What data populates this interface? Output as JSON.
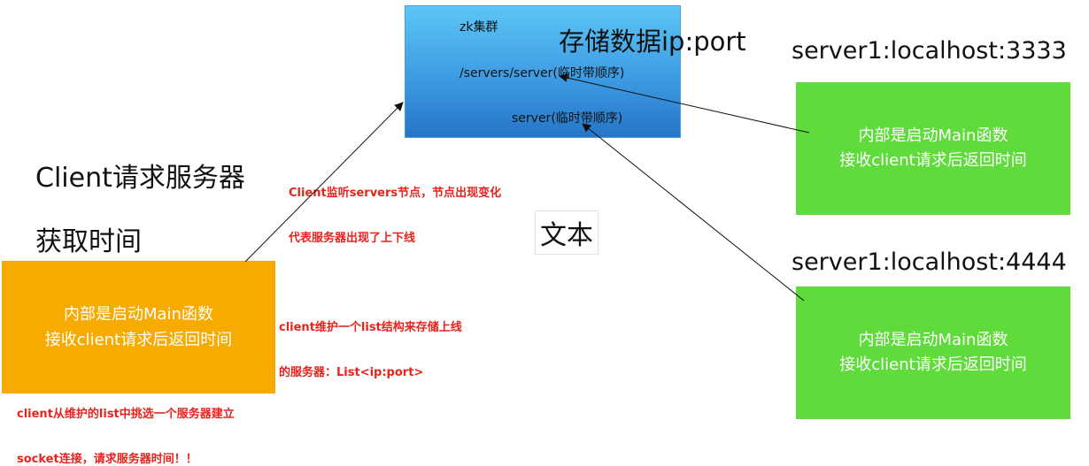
{
  "zk_box": {
    "title": "zk集群",
    "path_servers": "/servers/server(临时带顺序)",
    "node_server": "server(临时带顺序)"
  },
  "storage_label": "存储数据ip:port",
  "client": {
    "line1": "Client请求服务器",
    "line2": "获取时间",
    "box_line1": "内部是启动Main函数",
    "box_line2": "接收client请求后返回时间"
  },
  "servers": [
    {
      "label": "server1:localhost:3333",
      "box_line1": "内部是启动Main函数",
      "box_line2": "接收client请求后返回时间"
    },
    {
      "label": "server1:localhost:4444",
      "box_line1": "内部是启动Main函数",
      "box_line2": "接收client请求后返回时间"
    }
  ],
  "notes": {
    "watch_line1": "Client监听servers节点，节点出现变化",
    "watch_line2": "代表服务器出现了上下线",
    "list_line1": "client维护一个list结构来存储上线",
    "list_line2": "的服务器：List<ip:port>",
    "socket_line1": "client从维护的list中挑选一个服务器建立",
    "socket_line2": "socket连接，请求服务器时间！！"
  },
  "text_box": "文本",
  "colors": {
    "zk_top": "#5cc6f5",
    "zk_bottom": "#2575c8",
    "server_box": "#5fdb3c",
    "client_box": "#f7ab00",
    "note_red": "#e8221c"
  }
}
